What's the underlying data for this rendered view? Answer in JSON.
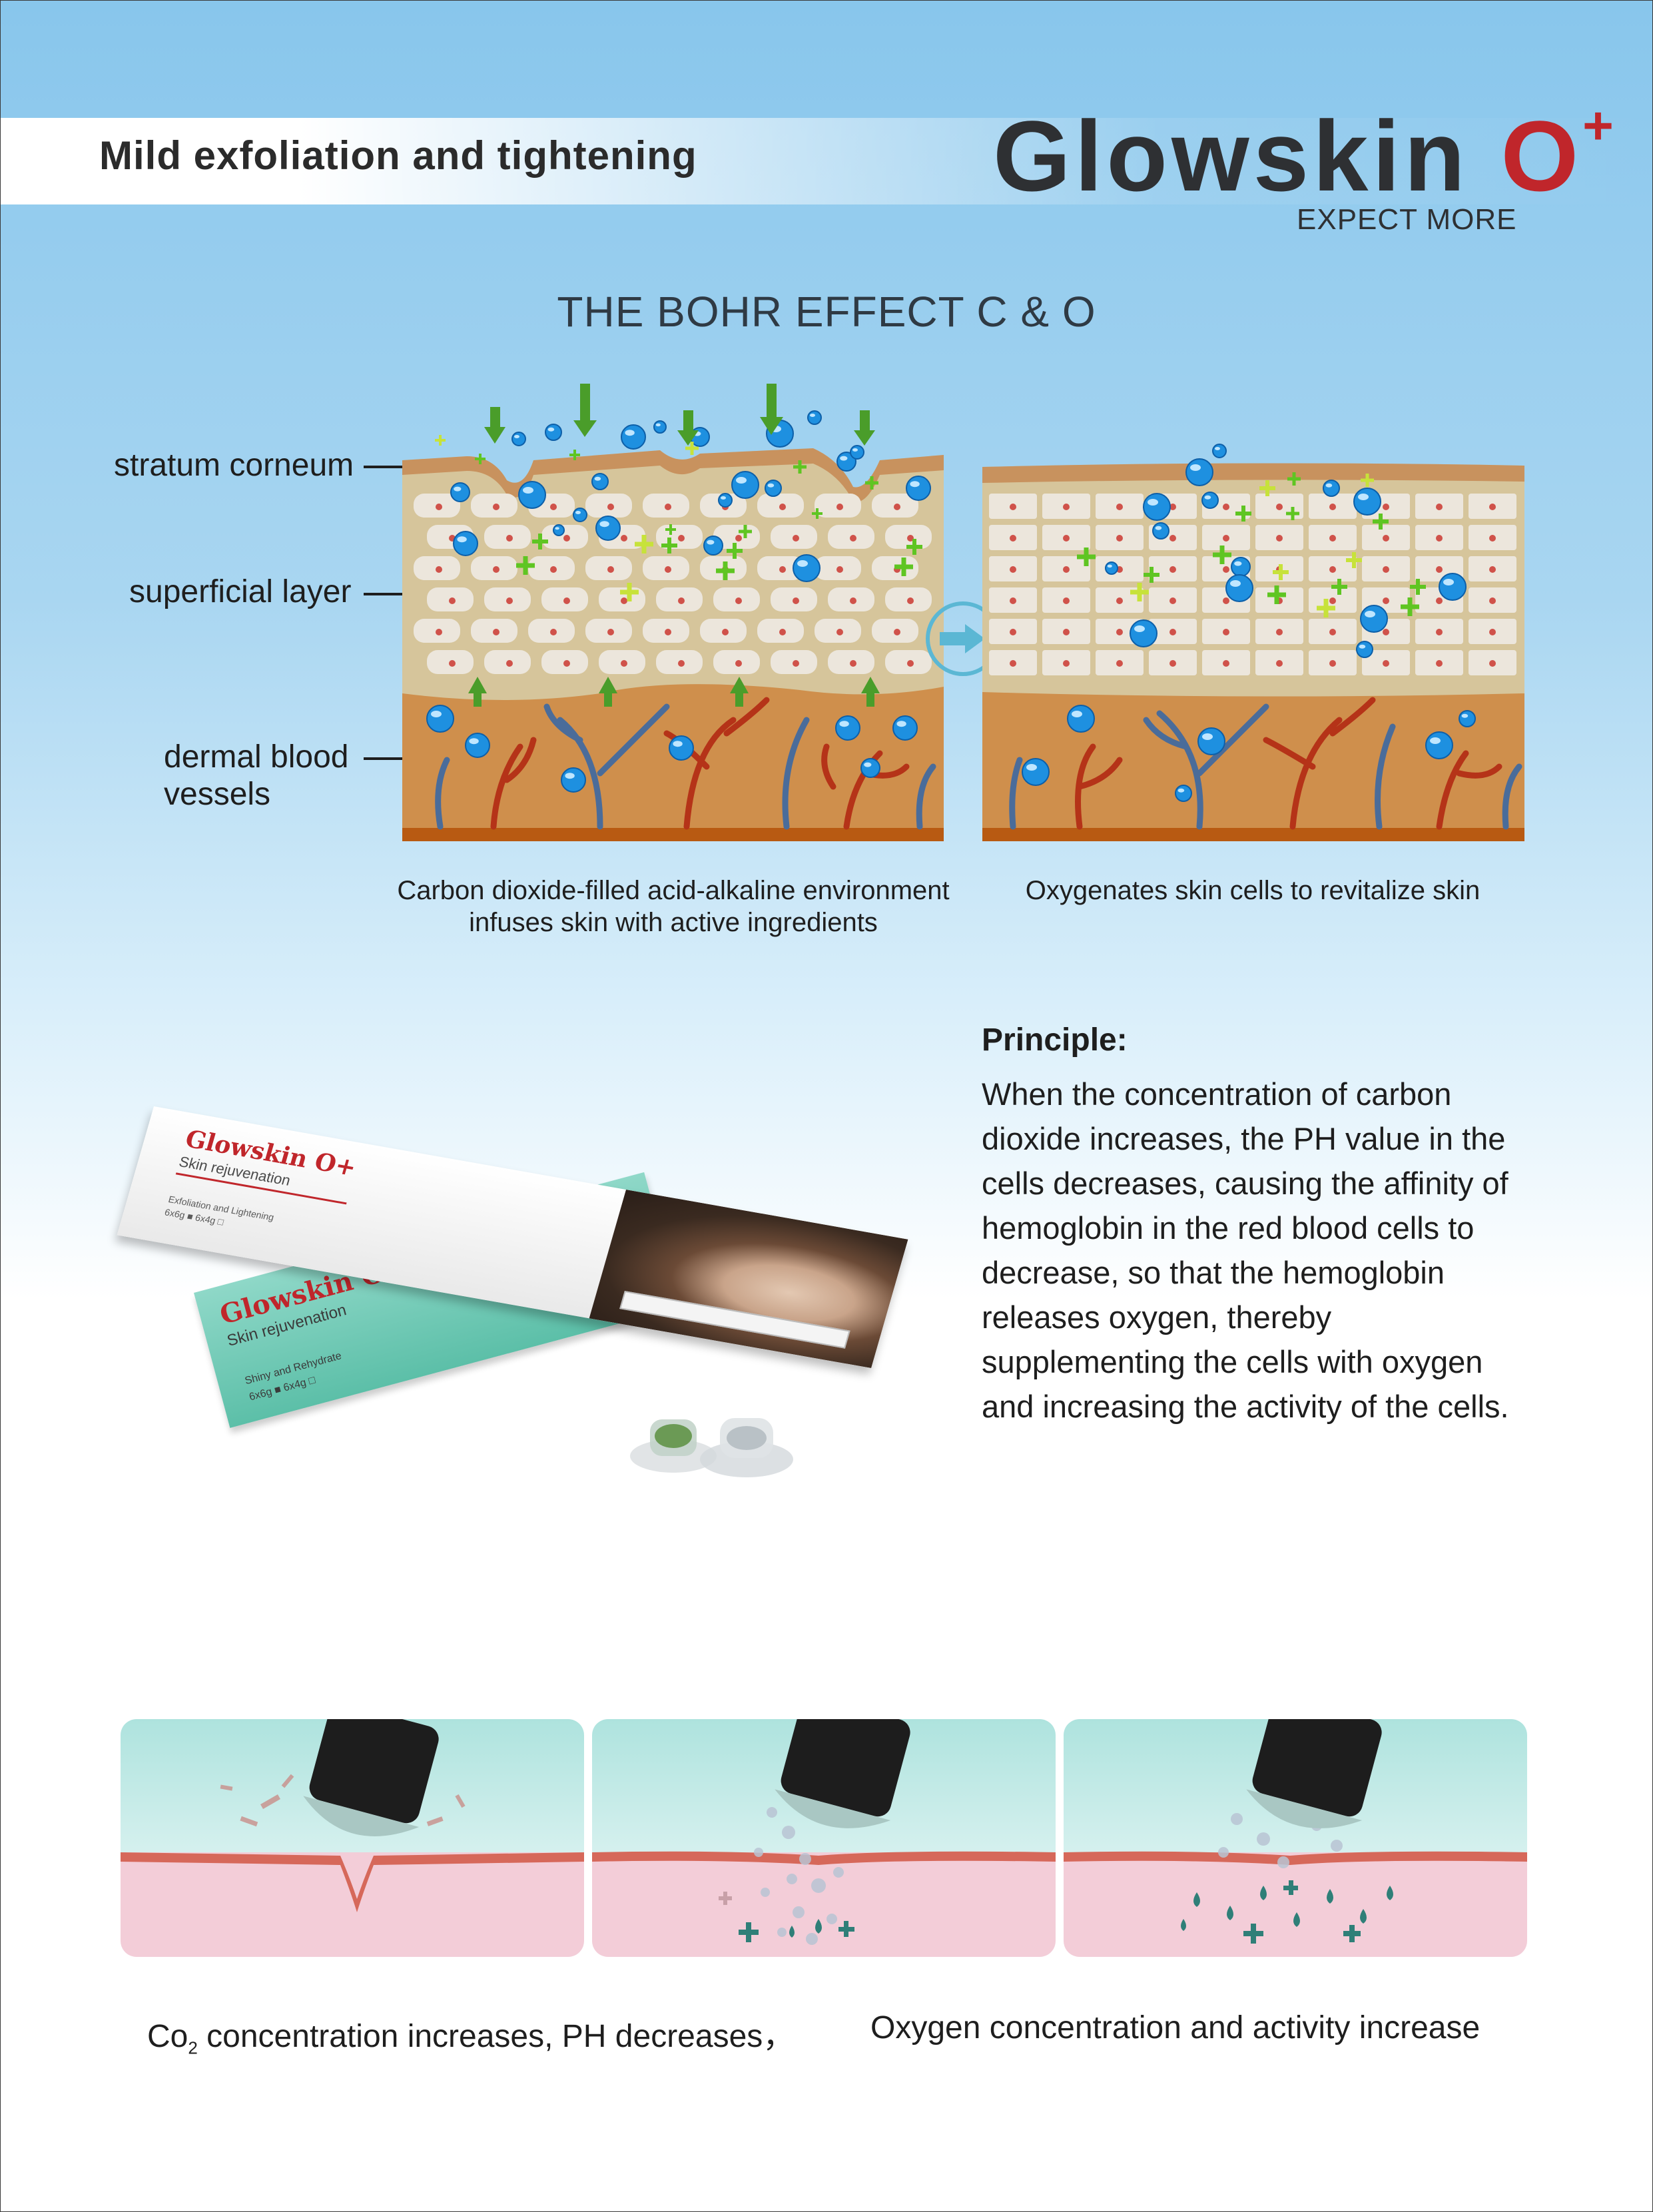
{
  "header": {
    "tagline": "Mild exfoliation and tightening",
    "brand_name": "Glowskin",
    "brand_letter": "O",
    "brand_plus": "+",
    "brand_tagline": "EXPECT MORE"
  },
  "bohr": {
    "title": "THE BOHR EFFECT C & O",
    "labels": {
      "stratum": "stratum corneum",
      "superficial": "superficial layer",
      "dermal_line1": "dermal blood",
      "dermal_line2": "vessels"
    },
    "caption_left_line1": "Carbon dioxide-filled acid-alkaline environment",
    "caption_left_line2": "infuses skin with active ingredients",
    "caption_right": "Oxygenates skin cells to revitalize skin"
  },
  "product": {
    "box_white_brand": "Glowskin O+",
    "box_white_sub": "Skin rejuvenation",
    "box_white_line": "Exfoliation and Lightening",
    "box_white_sizes": "6x6g  ■   6x4g  □",
    "box_green_brand": "Glowskin O+",
    "box_green_sub": "Skin rejuvenation",
    "box_green_line": "Shiny and Rehydrate",
    "box_green_sizes": "6x6g  ■   6x4g  □"
  },
  "principle": {
    "title": "Principle:",
    "body": "When the concentration of carbon dioxide increases, the PH value in the cells decreases, causing the affinity of hemoglobin in the red blood cells to decrease, so that the hemoglobin releases oxygen, thereby supplementing the cells with oxygen and increasing the activity of the cells."
  },
  "bottom": {
    "left_prefix": "Co",
    "left_sub": "2",
    "left_rest": " concentration increases, PH decreases，",
    "right": "Oxygen concentration and activity increase"
  },
  "colors": {
    "brand_red": "#c0262b",
    "skin_tan": "#c9a77a",
    "dermis": "#cf8f4c",
    "vessel_red": "#b53318",
    "vessel_blue": "#4a6c9a",
    "bubble_blue": "#1e90e0",
    "plus_green": "#66cc22"
  }
}
